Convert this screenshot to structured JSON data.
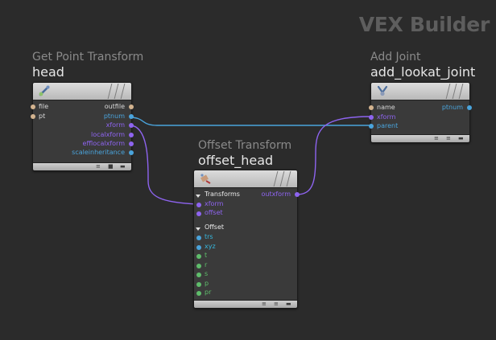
{
  "context_title": "VEX Builder",
  "colors": {
    "background": "#2b2b2b",
    "node_body": "#3a3a3a",
    "wire_integer": "#4aa4dc",
    "wire_matrix": "#8e64f0",
    "port_string": "#d3b38f",
    "port_integer": "#4aa4dc",
    "port_matrix": "#8e64f0",
    "port_vector": "#36b8de",
    "port_float": "#5fbd6b"
  },
  "nodes": {
    "get_point": {
      "type": "Get Point Transform",
      "name": "head",
      "icon": "bone-icon",
      "inputs": [
        "file",
        "pt"
      ],
      "outputs": [
        "outfile",
        "ptnum",
        "xform",
        "localxform",
        "efflocalxform",
        "scaleinheritance"
      ]
    },
    "add_joint": {
      "type": "Add Joint",
      "name": "add_lookat_joint",
      "icon": "bone-icon",
      "inputs": [
        "name",
        "xform",
        "parent"
      ],
      "outputs": [
        "ptnum"
      ]
    },
    "offset": {
      "type": "Offset Transform",
      "name": "offset_head",
      "icon": "transform-icon",
      "sections": [
        "Transforms",
        "Offset"
      ],
      "transform_inputs": [
        "xform",
        "offset"
      ],
      "offset_inputs": [
        "trs",
        "xyz",
        "t",
        "r",
        "s",
        "p",
        "pr"
      ],
      "outputs": [
        "outxform"
      ]
    }
  }
}
